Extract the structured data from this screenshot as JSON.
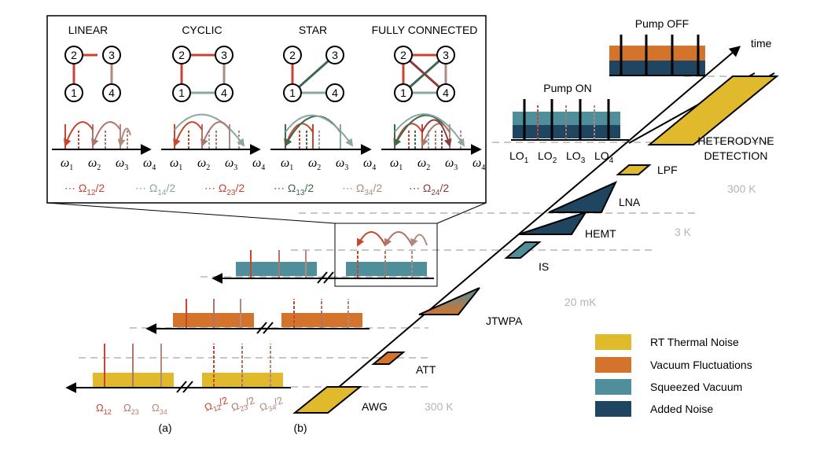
{
  "inset": {
    "topologies": [
      {
        "label": "LINEAR"
      },
      {
        "label": "CYCLIC"
      },
      {
        "label": "STAR"
      },
      {
        "label": "FULLY CONNECTED"
      }
    ],
    "node_labels": [
      "1",
      "2",
      "3",
      "4"
    ],
    "axis_labels": {
      "w": "ω",
      "subs": [
        "1",
        "2",
        "3",
        "4"
      ]
    },
    "legend": [
      {
        "prefix": "⋯",
        "sym": "Ω",
        "sub": "12",
        "suffix": "/2",
        "color": "#c9432f"
      },
      {
        "prefix": "⋯",
        "sym": "Ω",
        "sub": "14",
        "suffix": "/2",
        "color": "#8aa8a0"
      },
      {
        "prefix": "⋯",
        "sym": "Ω",
        "sub": "23",
        "suffix": "/2",
        "color": "#c9432f"
      },
      {
        "prefix": "⋯",
        "sym": "Ω",
        "sub": "13",
        "suffix": "/2",
        "color": "#3c6a4c"
      },
      {
        "prefix": "⋯",
        "sym": "Ω",
        "sub": "34",
        "suffix": "/2",
        "color": "#b08a7e"
      },
      {
        "prefix": "⋯",
        "sym": "Ω",
        "sub": "24",
        "suffix": "/2",
        "color": "#8a3c3c"
      }
    ]
  },
  "pump": {
    "on": "Pump ON",
    "off": "Pump OFF"
  },
  "time_label": "time",
  "lo_labels": [
    {
      "main": "LO",
      "sub": "1"
    },
    {
      "main": "LO",
      "sub": "2"
    },
    {
      "main": "LO",
      "sub": "3"
    },
    {
      "main": "LO",
      "sub": "4"
    }
  ],
  "components": {
    "detection": [
      "HETERODYNE",
      "DETECTION"
    ],
    "lpf": "LPF",
    "lna": "LNA",
    "hemt": "HEMT",
    "is": "IS",
    "jtwpa": "JTWPA",
    "att": "ATT",
    "awg": "AWG"
  },
  "temperatures": {
    "t300_top": "300 K",
    "t3": "3 K",
    "t20": "20 mK",
    "t300_bottom": "300 K"
  },
  "bottom_labels": [
    {
      "sym": "Ω",
      "sub": "12",
      "suffix": ""
    },
    {
      "sym": "Ω",
      "sub": "23",
      "suffix": ""
    },
    {
      "sym": "Ω",
      "sub": "34",
      "suffix": ""
    },
    {
      "sym": "Ω",
      "sub": "12",
      "suffix": "/2"
    },
    {
      "sym": "Ω",
      "sub": "23",
      "suffix": "/2"
    },
    {
      "sym": "Ω",
      "sub": "34",
      "suffix": "/2"
    }
  ],
  "panel_labels": {
    "a": "(a)",
    "b": "(b)"
  },
  "noise_legend": [
    {
      "label": "RT Thermal Noise",
      "color": "#e0b92c"
    },
    {
      "label": "Vacuum Fluctuations",
      "color": "#d4742c"
    },
    {
      "label": "Squeezed Vacuum",
      "color": "#4f8f9c"
    },
    {
      "label": "Added Noise",
      "color": "#1f4560"
    }
  ],
  "colors": {
    "red": "#c9432f",
    "brown": "#b0756a",
    "mauve": "#b08a7e",
    "sage": "#8aa8a0",
    "green": "#3c6a4c",
    "dashgray": "#c8c8c8"
  }
}
